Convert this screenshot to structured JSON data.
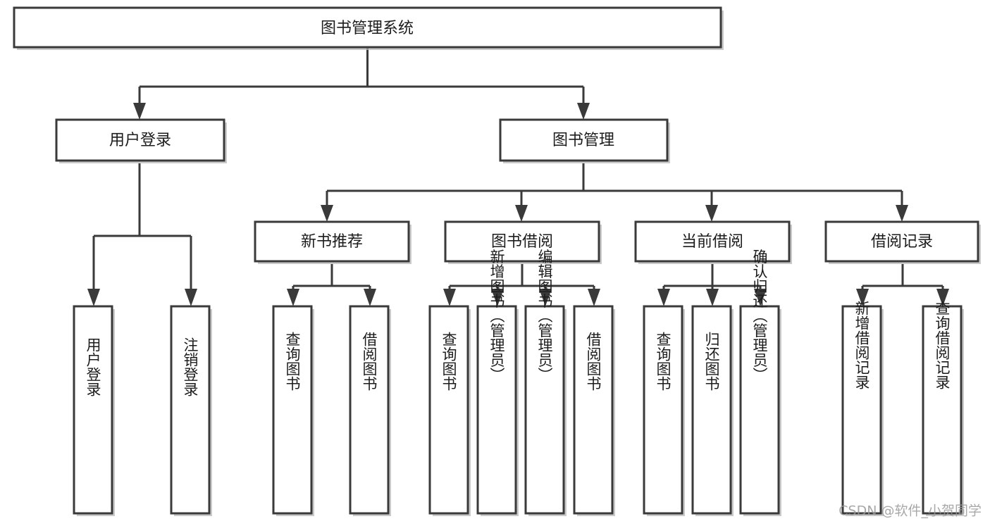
{
  "diagram": {
    "title": "图书管理系统",
    "type": "hierarchy-tree",
    "watermark": "CSDN @软件_小贺同学",
    "levels": {
      "root": {
        "id": "root",
        "label": "图书管理系统"
      },
      "level2": [
        {
          "id": "user-login",
          "label": "用户登录"
        },
        {
          "id": "book-management",
          "label": "图书管理"
        }
      ],
      "level3": [
        {
          "id": "new-book-recommend",
          "label": "新书推荐",
          "parent": "book-management"
        },
        {
          "id": "book-borrow",
          "label": "图书借阅",
          "parent": "book-management"
        },
        {
          "id": "current-borrow",
          "label": "当前借阅",
          "parent": "book-management"
        },
        {
          "id": "borrow-record",
          "label": "借阅记录",
          "parent": "book-management"
        }
      ],
      "leaves": [
        {
          "id": "leaf-user-login",
          "label": "用户登录",
          "parent": "user-login"
        },
        {
          "id": "leaf-logout-login",
          "label": "注销登录",
          "parent": "user-login"
        },
        {
          "id": "leaf-query-book-1",
          "label": "查询图书",
          "parent": "new-book-recommend"
        },
        {
          "id": "leaf-borrow-book-1",
          "label": "借阅图书",
          "parent": "new-book-recommend"
        },
        {
          "id": "leaf-query-book-2",
          "label": "查询图书",
          "parent": "book-borrow"
        },
        {
          "id": "leaf-add-book",
          "label": "新增图书（管理员）",
          "parent": "book-borrow"
        },
        {
          "id": "leaf-edit-book",
          "label": "编辑图书（管理员）",
          "parent": "book-borrow"
        },
        {
          "id": "leaf-borrow-book-2",
          "label": "借阅图书",
          "parent": "book-borrow"
        },
        {
          "id": "leaf-query-book-3",
          "label": "查询图书",
          "parent": "current-borrow"
        },
        {
          "id": "leaf-return-book",
          "label": "归还图书",
          "parent": "current-borrow"
        },
        {
          "id": "leaf-confirm-return",
          "label": "确认归还（管理员）",
          "parent": "current-borrow"
        },
        {
          "id": "leaf-add-record",
          "label": "新增借阅记录",
          "parent": "borrow-record"
        },
        {
          "id": "leaf-query-record",
          "label": "查询借阅记录",
          "parent": "borrow-record"
        }
      ]
    },
    "colors": {
      "box_stroke": "#3a3a3a",
      "box_fill": "#ffffff",
      "connector": "#3a3a3a",
      "text": "#1c1c1c",
      "watermark": "#9a9a9a",
      "background": "#ffffff"
    }
  }
}
